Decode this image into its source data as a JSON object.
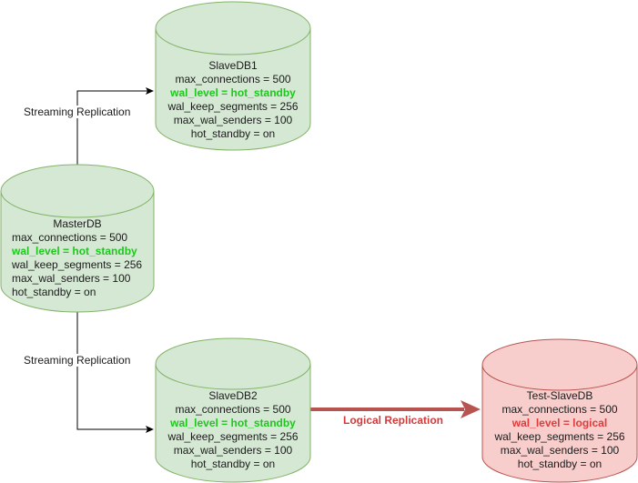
{
  "nodes": {
    "slave1": {
      "title": "SlaveDB1",
      "lines": [
        "max_connections = 500",
        "wal_level = hot_standby",
        "wal_keep_segments = 256",
        "max_wal_senders = 100",
        "hot_standby = on"
      ],
      "fill": "#d5e8d4",
      "stroke": "#82b366"
    },
    "master": {
      "title": "MasterDB",
      "lines": [
        "max_connections = 500",
        "wal_level = hot_standby",
        "wal_keep_segments = 256",
        "max_wal_senders = 100",
        "hot_standby = on"
      ],
      "fill": "#d5e8d4",
      "stroke": "#82b366"
    },
    "slave2": {
      "title": "SlaveDB2",
      "lines": [
        "max_connections = 500",
        "wal_level = hot_standby",
        "wal_keep_segments = 256",
        "max_wal_senders = 100",
        "hot_standby = on"
      ],
      "fill": "#d5e8d4",
      "stroke": "#82b366"
    },
    "test": {
      "title": "Test-SlaveDB",
      "lines": [
        "max_connections = 500",
        "wal_level = logical",
        "wal_keep_segments = 256",
        "max_wal_senders = 100",
        "hot_standby = on"
      ],
      "fill": "#f8cecc",
      "stroke": "#b85450"
    }
  },
  "edges": {
    "streaming_top": "Streaming Replication",
    "streaming_bottom": "Streaming Replication",
    "logical": "Logical Replication"
  },
  "colors": {
    "highlight_green": "#1ec71e",
    "highlight_red": "#e03c3c",
    "logical_arrow": "#b85450"
  }
}
